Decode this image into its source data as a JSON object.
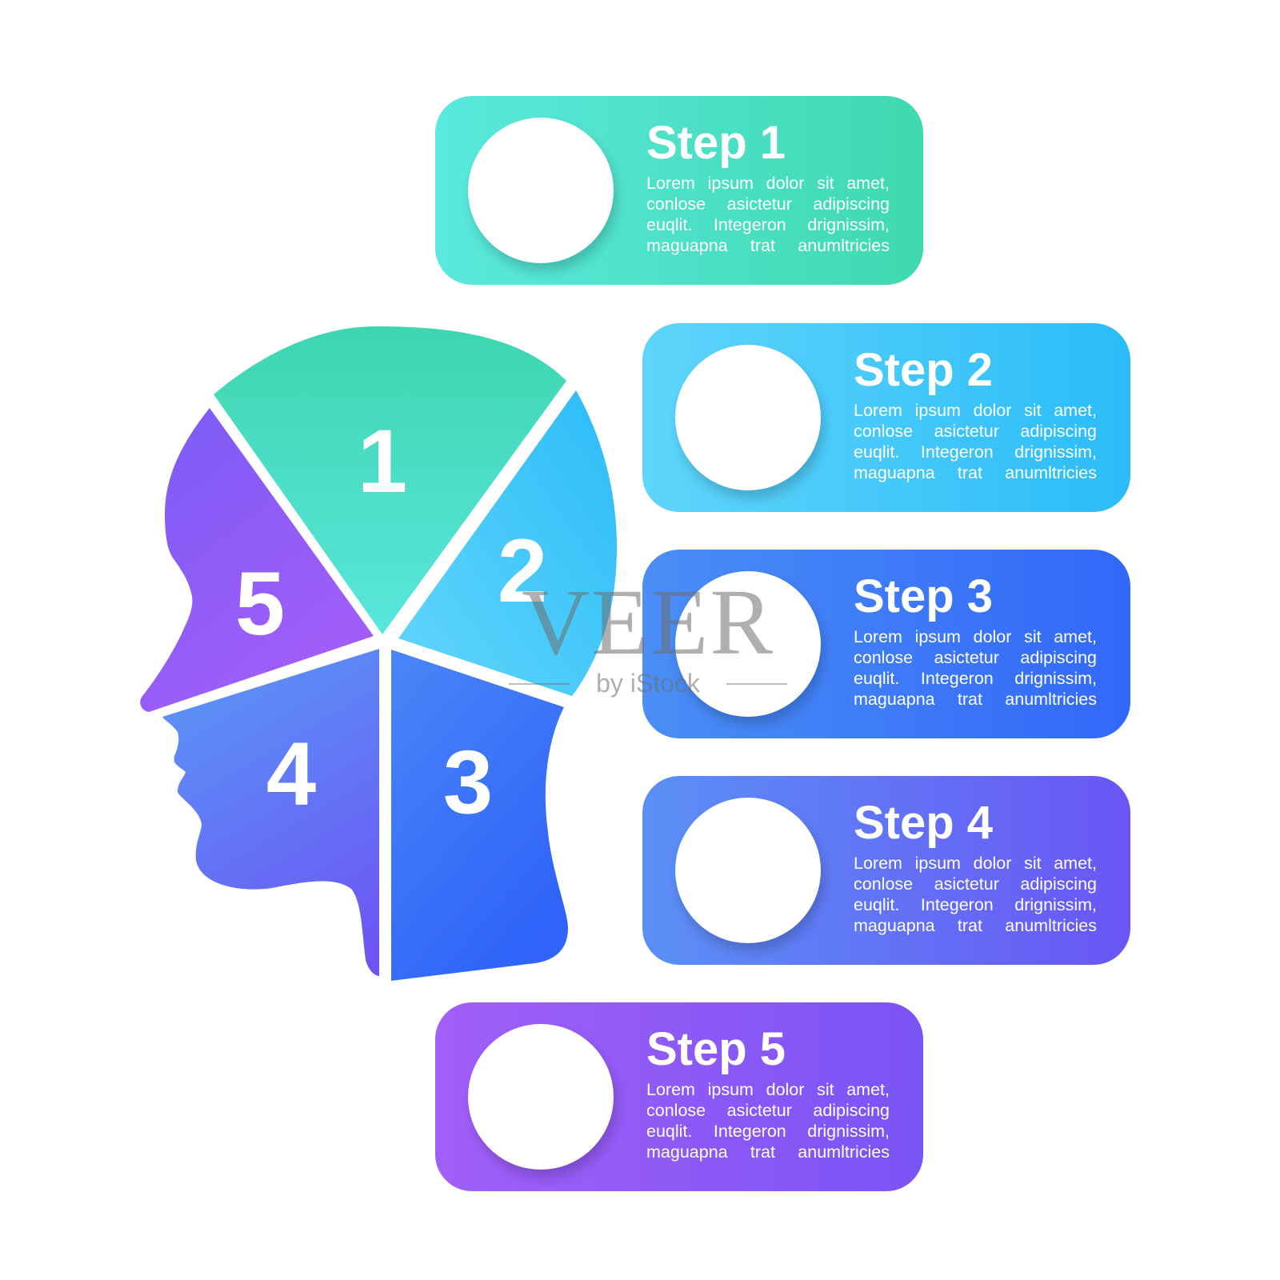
{
  "segments": [
    {
      "number": "1",
      "color_top": "#3dd6b0",
      "color_bottom": "#5ae6dc"
    },
    {
      "number": "2",
      "color_top": "#2cbcf7",
      "color_bottom": "#62d6fc"
    },
    {
      "number": "3",
      "color_top": "#4a86f7",
      "color_bottom": "#2f63f9"
    },
    {
      "number": "4",
      "color_top": "#5a94f7",
      "color_bottom": "#6c57f4"
    },
    {
      "number": "5",
      "color_top": "#7a5cf6",
      "color_bottom": "#a35df8"
    }
  ],
  "steps": [
    {
      "title": "Step 1",
      "lines": [
        "Lorem ipsum dolor sit amet,",
        "conlose asictetur adipiscing",
        "euqlit. Integeron drignissim,",
        "maguapna trat anumltricies"
      ]
    },
    {
      "title": "Step 2",
      "lines": [
        "Lorem ipsum dolor sit amet,",
        "conlose asictetur adipiscing",
        "euqlit. Integeron drignissim,",
        "maguapna trat anumltricies"
      ]
    },
    {
      "title": "Step 3",
      "lines": [
        "Lorem ipsum dolor sit amet,",
        "conlose asictetur adipiscing",
        "euqlit. Integeron drignissim,",
        "maguapna trat anumltricies"
      ]
    },
    {
      "title": "Step 4",
      "lines": [
        "Lorem ipsum dolor sit amet,",
        "conlose asictetur adipiscing",
        "euqlit. Integeron drignissim,",
        "maguapna trat anumltricies"
      ]
    },
    {
      "title": "Step 5",
      "lines": [
        "Lorem ipsum dolor sit amet,",
        "conlose asictetur adipiscing",
        "euqlit. Integeron drignissim,",
        "maguapna trat anumltricies"
      ]
    }
  ],
  "watermark": {
    "main": "VEER",
    "sub": "by iStock"
  }
}
